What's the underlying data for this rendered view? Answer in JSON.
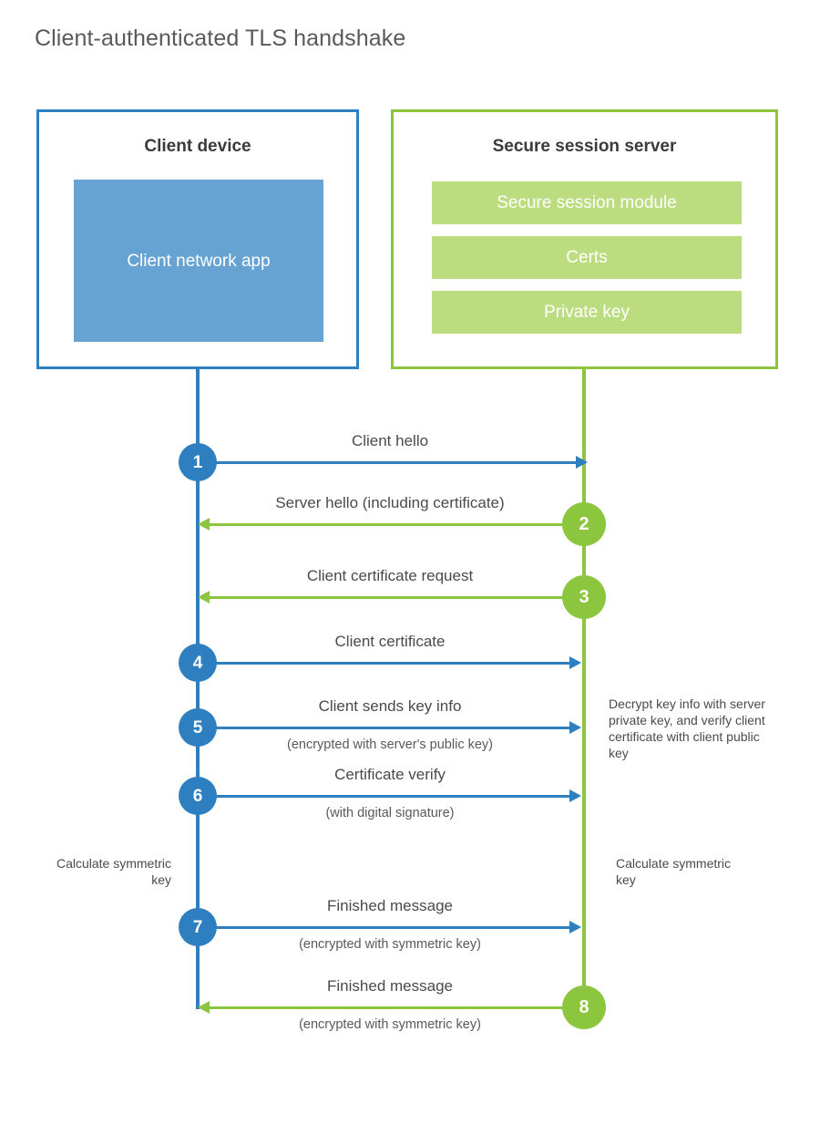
{
  "title": "Client-authenticated TLS handshake",
  "colors": {
    "client_blue": "#2e7fc0",
    "client_app_fill": "#66a3d2",
    "server_green": "#8cc63f",
    "server_bar_fill": "#bcdc80",
    "text": "#4a4a4c",
    "title_text": "#58595b"
  },
  "client": {
    "title": "Client device",
    "app_label": "Client network app"
  },
  "server": {
    "title": "Secure session server",
    "components": [
      "Secure session module",
      "Certs",
      "Private key"
    ]
  },
  "steps": [
    {
      "number": "1",
      "label": "Client hello",
      "sublabel": "",
      "direction": "client-to-server",
      "color": "blue"
    },
    {
      "number": "2",
      "label": "Server hello (including certificate)",
      "sublabel": "",
      "direction": "server-to-client",
      "color": "green"
    },
    {
      "number": "3",
      "label": "Client certificate request",
      "sublabel": "",
      "direction": "server-to-client",
      "color": "green"
    },
    {
      "number": "4",
      "label": "Client certificate",
      "sublabel": "",
      "direction": "client-to-server",
      "color": "blue"
    },
    {
      "number": "5",
      "label": "Client sends key info",
      "sublabel": "(encrypted with server's public key)",
      "direction": "client-to-server",
      "color": "blue"
    },
    {
      "number": "6",
      "label": "Certificate verify",
      "sublabel": "(with digital signature)",
      "direction": "client-to-server",
      "color": "blue"
    },
    {
      "number": "7",
      "label": "Finished message",
      "sublabel": "(encrypted with symmetric key)",
      "direction": "client-to-server",
      "color": "blue"
    },
    {
      "number": "8",
      "label": "Finished message",
      "sublabel": "(encrypted with symmetric key)",
      "direction": "server-to-client",
      "color": "green"
    }
  ],
  "notes": {
    "server_decrypt": "Decrypt key info with server private key, and verify client certificate with client public key",
    "client_calculate": "Calculate symmetric key",
    "server_calculate": "Calculate symmetric key"
  }
}
